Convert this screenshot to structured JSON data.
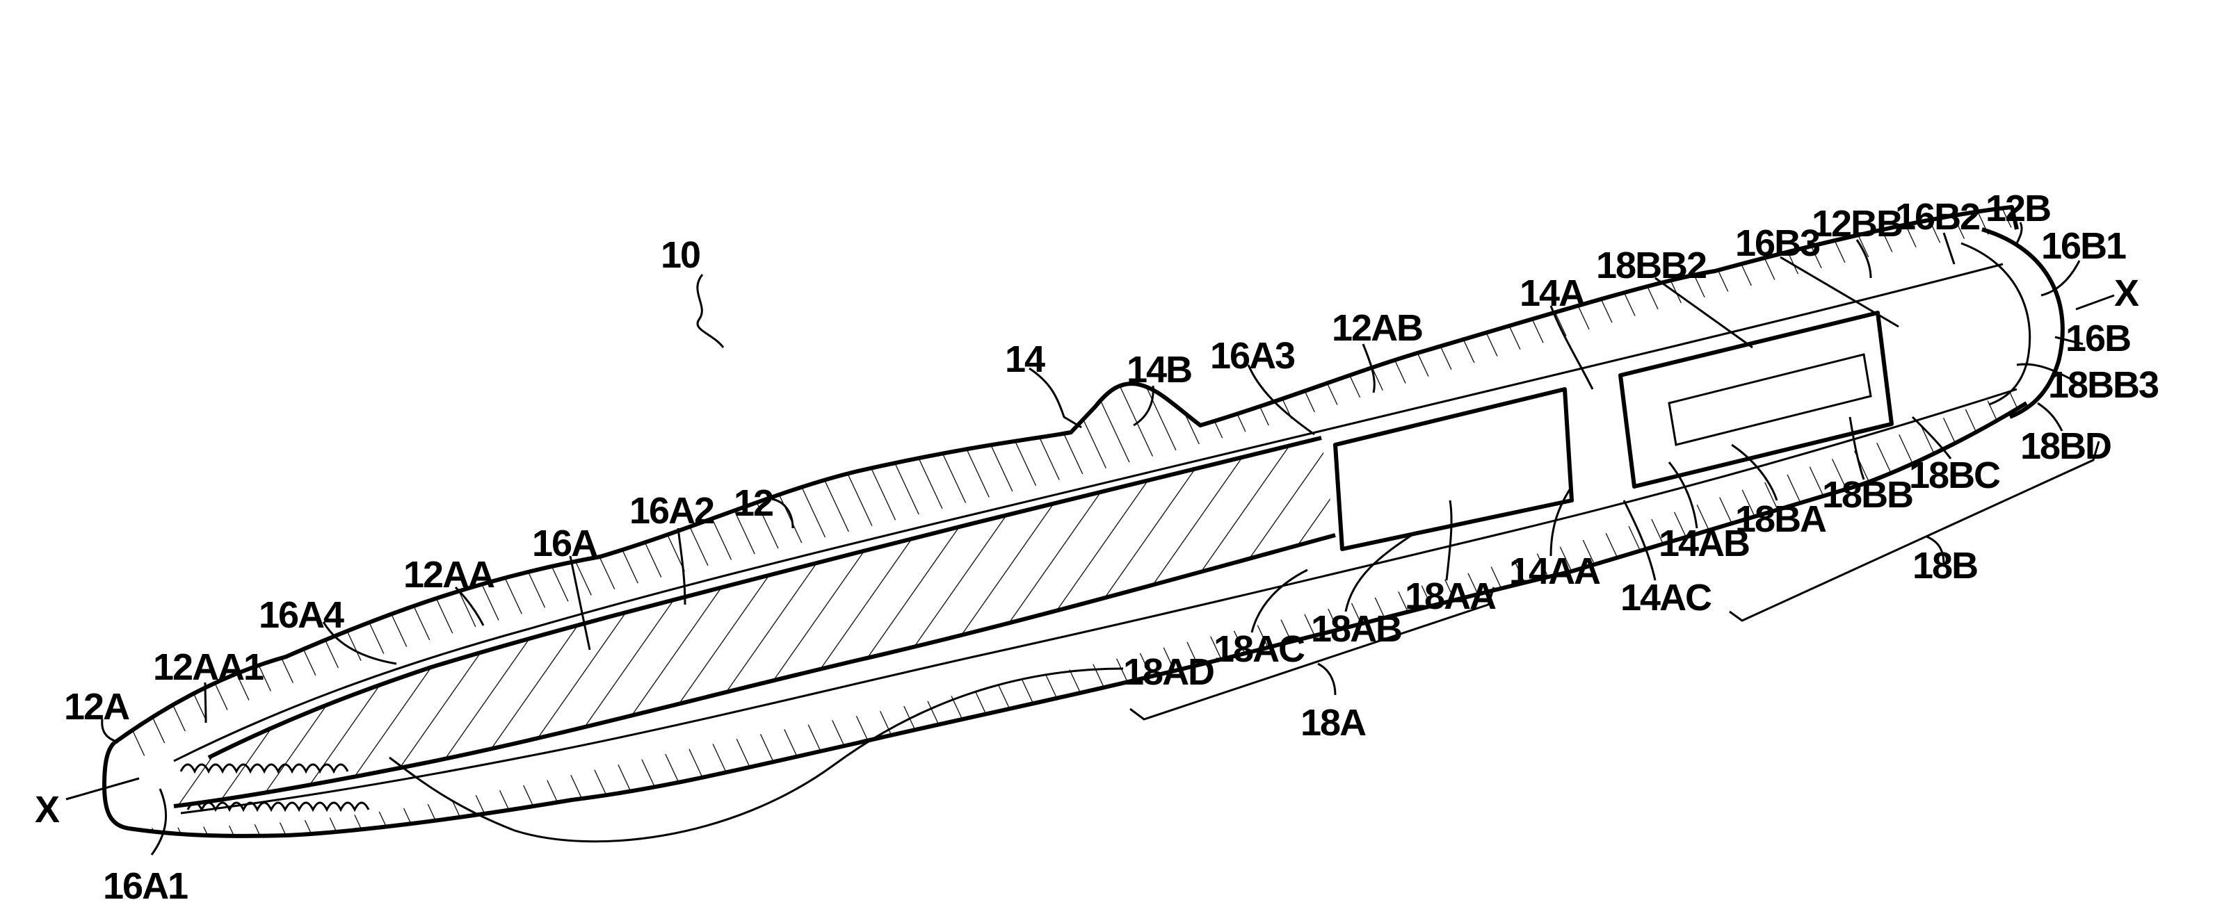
{
  "figure": {
    "title": "Cross-sectional view of injection pen device",
    "axis_label_left": "X",
    "axis_label_right": "X",
    "reference_numeral_assembly": "10",
    "labels": {
      "n10": "10",
      "n12": "12",
      "n12A": "12A",
      "n12AA": "12AA",
      "n12AA1": "12AA1",
      "n12AB": "12AB",
      "n12B": "12B",
      "n12BB": "12BB",
      "n14": "14",
      "n14A": "14A",
      "n14AA": "14AA",
      "n14AB": "14AB",
      "n14AC": "14AC",
      "n14B": "14B",
      "n16A": "16A",
      "n16A1": "16A1",
      "n16A2": "16A2",
      "n16A3": "16A3",
      "n16A4": "16A4",
      "n16B": "16B",
      "n16B1": "16B1",
      "n16B2": "16B2",
      "n16B3": "16B3",
      "n18A": "18A",
      "n18AA": "18AA",
      "n18AB": "18AB",
      "n18AC": "18AC",
      "n18AD": "18AD",
      "n18B": "18B",
      "n18BA": "18BA",
      "n18BB": "18BB",
      "n18BB2": "18BB2",
      "n18BB3": "18BB3",
      "n18BC": "18BC",
      "n18BD": "18BD"
    },
    "colors": {
      "ink": "#000000",
      "paper": "#ffffff"
    }
  }
}
